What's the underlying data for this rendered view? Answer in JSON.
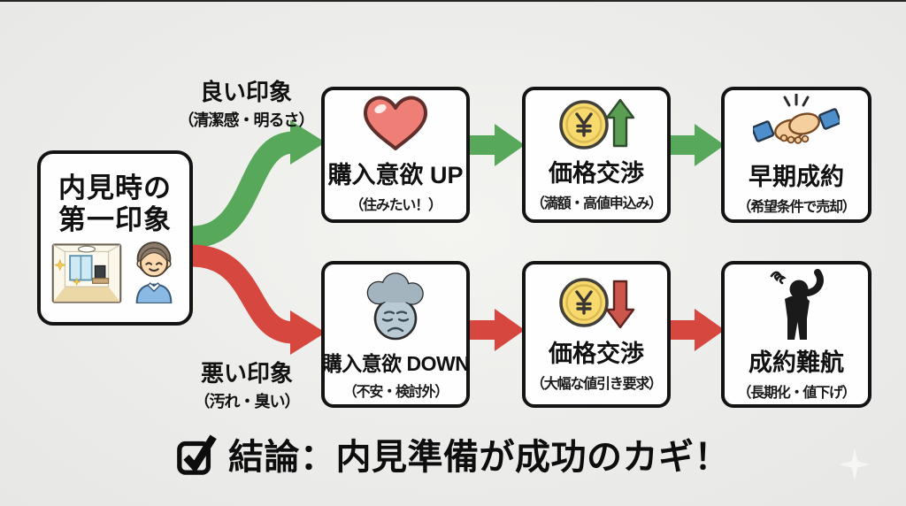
{
  "diagram": {
    "source": {
      "line1": "内見時の",
      "line2": "第一印象",
      "icons": [
        "clean-room-icon",
        "happy-buyer-icon"
      ]
    },
    "branch_good": {
      "label": "良い印象",
      "subtitle": "（清潔感・明るさ）",
      "color": "#58a85c"
    },
    "branch_bad": {
      "label": "悪い印象",
      "subtitle": "（汚れ・臭い）",
      "color": "#d6483f"
    },
    "top_row": [
      {
        "title": "購入意欲 UP",
        "subtitle": "（住みたい！）",
        "icon": "heart-icon"
      },
      {
        "title": "価格交渉",
        "subtitle": "（満額・高値申込み）",
        "icon": "yen-coin-up-arrow-icon"
      },
      {
        "title": "早期成約",
        "subtitle": "（希望条件で売却）",
        "icon": "handshake-icon"
      }
    ],
    "bottom_row": [
      {
        "title": "購入意欲 DOWN",
        "subtitle": "（不安・検討外）",
        "icon": "sad-cloud-face-icon"
      },
      {
        "title": "価格交渉",
        "subtitle": "（大幅な値引き要求）",
        "icon": "yen-coin-down-arrow-icon"
      },
      {
        "title": "成約難航",
        "subtitle": "（長期化・値下げ）",
        "icon": "distressed-person-icon"
      }
    ],
    "conclusion": {
      "icon": "checkbox-checked-icon",
      "text": "結論：内見準備が成功のカギ！"
    },
    "colors": {
      "positive": "#58a85c",
      "negative": "#d6483f",
      "box_border": "#141414",
      "background": "#ececea"
    }
  }
}
